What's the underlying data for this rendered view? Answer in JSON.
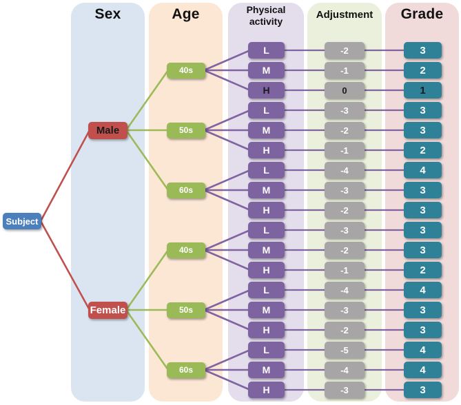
{
  "diagram": {
    "root_label": "Subject",
    "columns": [
      {
        "label": "Sex",
        "band_color": "#dbe5f1"
      },
      {
        "label": "Age",
        "band_color": "#fce6d4"
      },
      {
        "label": "Physical activity",
        "band_color": "#e3ddec"
      },
      {
        "label": "Adjustment",
        "band_color": "#eaf0dc"
      },
      {
        "label": "Grade",
        "band_color": "#f1dbda"
      }
    ],
    "tree": [
      {
        "sex": "Male",
        "dark_text": true,
        "ages": [
          {
            "age": "40s",
            "branches": [
              {
                "activity": "L",
                "adjustment": "-2",
                "grade": "3"
              },
              {
                "activity": "M",
                "adjustment": "-1",
                "grade": "2"
              },
              {
                "activity": "H",
                "adjustment": "0",
                "grade": "1",
                "highlight": true
              }
            ]
          },
          {
            "age": "50s",
            "branches": [
              {
                "activity": "L",
                "adjustment": "-3",
                "grade": "3"
              },
              {
                "activity": "M",
                "adjustment": "-2",
                "grade": "3"
              },
              {
                "activity": "H",
                "adjustment": "-1",
                "grade": "2"
              }
            ]
          },
          {
            "age": "60s",
            "branches": [
              {
                "activity": "L",
                "adjustment": "-4",
                "grade": "4"
              },
              {
                "activity": "M",
                "adjustment": "-3",
                "grade": "3"
              },
              {
                "activity": "H",
                "adjustment": "-2",
                "grade": "3"
              }
            ]
          }
        ]
      },
      {
        "sex": "Female",
        "dark_text": false,
        "ages": [
          {
            "age": "40s",
            "branches": [
              {
                "activity": "L",
                "adjustment": "-3",
                "grade": "3"
              },
              {
                "activity": "M",
                "adjustment": "-2",
                "grade": "3"
              },
              {
                "activity": "H",
                "adjustment": "-1",
                "grade": "2"
              }
            ]
          },
          {
            "age": "50s",
            "branches": [
              {
                "activity": "L",
                "adjustment": "-4",
                "grade": "4"
              },
              {
                "activity": "M",
                "adjustment": "-3",
                "grade": "3"
              },
              {
                "activity": "H",
                "adjustment": "-2",
                "grade": "3"
              }
            ]
          },
          {
            "age": "60s",
            "branches": [
              {
                "activity": "L",
                "adjustment": "-5",
                "grade": "4"
              },
              {
                "activity": "M",
                "adjustment": "-4",
                "grade": "4"
              },
              {
                "activity": "H",
                "adjustment": "-3",
                "grade": "3"
              }
            ]
          }
        ]
      }
    ]
  },
  "colors": {
    "subject_node": "#4b80bc",
    "sex_node": "#c14f4c",
    "age_node": "#9ab957",
    "activity_node": "#7e63a1",
    "adjustment_node": "#a7a5a6",
    "grade_node": "#2e8197",
    "line_sex": "#c0504d",
    "line_age": "#9bbb59",
    "line_branch": "#8064a2",
    "text_light": "#ffffff",
    "text_dark": "#1a1a1a"
  }
}
